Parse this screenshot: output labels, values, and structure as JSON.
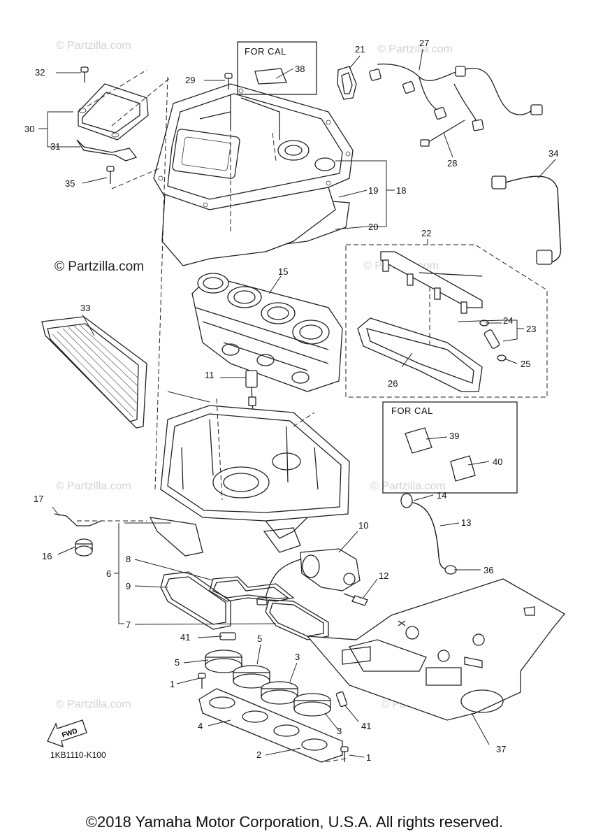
{
  "watermark": "© Partzilla.com",
  "watermark_prominent": "© Partzilla.com",
  "for_cal_label": "FOR CAL",
  "fwd_label": "FWD",
  "diagram_code": "1KB1110-K100",
  "copyright": "©2018 Yamaha Motor Corporation, U.S.A. All rights reserved.",
  "callouts": {
    "c1a": "1",
    "c1b": "1",
    "c2": "2",
    "c3a": "3",
    "c3b": "3",
    "c4": "4",
    "c5a": "5",
    "c5b": "5",
    "c6": "6",
    "c7": "7",
    "c8": "8",
    "c9": "9",
    "c10": "10",
    "c11": "11",
    "c12": "12",
    "c13": "13",
    "c14": "14",
    "c15": "15",
    "c16": "16",
    "c17": "17",
    "c18": "18",
    "c19": "19",
    "c20": "20",
    "c21": "21",
    "c22": "22",
    "c23": "23",
    "c24": "24",
    "c25": "25",
    "c26": "26",
    "c27": "27",
    "c28": "28",
    "c29": "29",
    "c30": "30",
    "c31": "31",
    "c32": "32",
    "c33": "33",
    "c34": "34",
    "c35": "35",
    "c36": "36",
    "c37": "37",
    "c38": "38",
    "c39": "39",
    "c40": "40",
    "c41a": "41",
    "c41b": "41"
  }
}
